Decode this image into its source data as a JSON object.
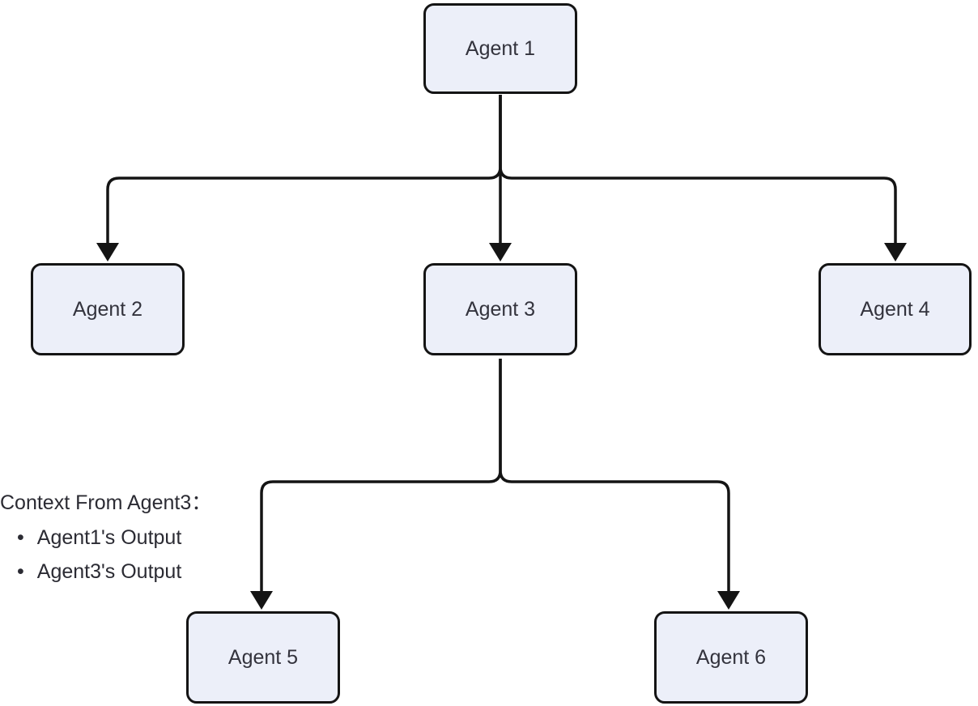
{
  "diagram": {
    "nodes": [
      {
        "id": "agent1",
        "label": "Agent 1"
      },
      {
        "id": "agent2",
        "label": "Agent 2"
      },
      {
        "id": "agent3",
        "label": "Agent 3"
      },
      {
        "id": "agent4",
        "label": "Agent 4"
      },
      {
        "id": "agent5",
        "label": "Agent 5"
      },
      {
        "id": "agent6",
        "label": "Agent 6"
      }
    ],
    "edges": [
      {
        "from": "Agent 1",
        "to": "Agent 2"
      },
      {
        "from": "Agent 1",
        "to": "Agent 3"
      },
      {
        "from": "Agent 1",
        "to": "Agent 4"
      },
      {
        "from": "Agent 3",
        "to": "Agent 5"
      },
      {
        "from": "Agent 3",
        "to": "Agent 6"
      }
    ],
    "annotation": {
      "title": "Context From Agent3：",
      "items": [
        "Agent1's Output",
        "Agent3's Output"
      ]
    },
    "colors": {
      "background": "#ffffff",
      "node_fill": "#eceff9",
      "node_border": "#141414",
      "edge": "#141414",
      "label_text": "#33333d"
    }
  }
}
